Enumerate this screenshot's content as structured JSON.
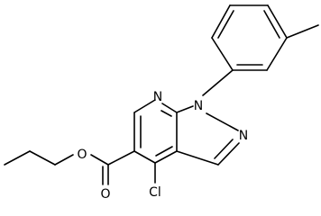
{
  "diagram": {
    "type": "chemical-structure",
    "atoms": {
      "N7": "N",
      "N1": "N",
      "N2": "N",
      "O_ether": "O",
      "O_carbonyl": "O",
      "Cl": "Cl"
    }
  }
}
